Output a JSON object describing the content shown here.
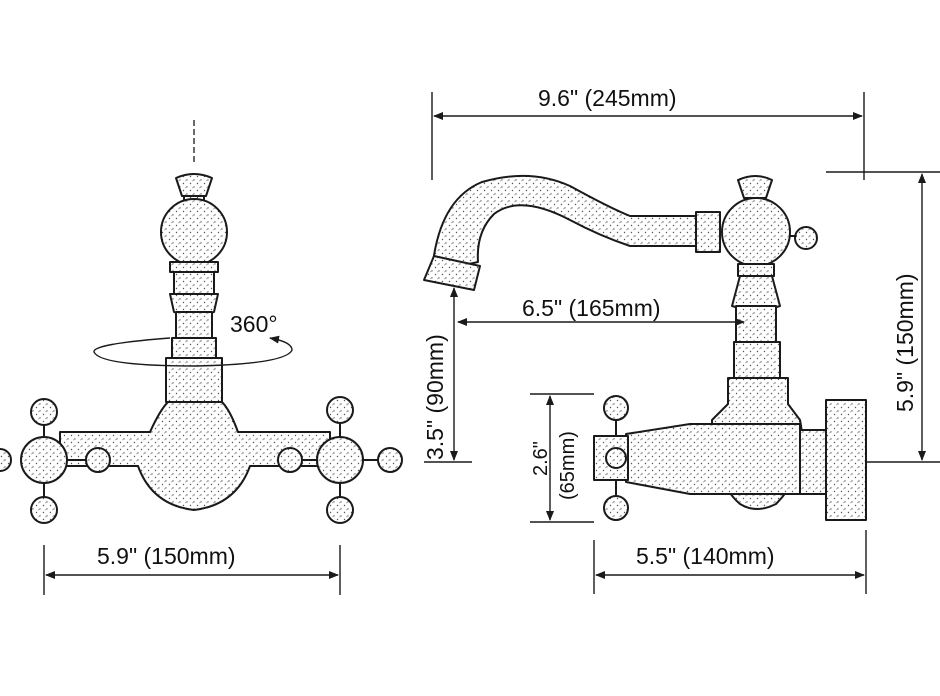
{
  "labels": {
    "rotation": "360°",
    "width_front": "5.9\" (150mm)",
    "length_top": "9.6\" (245mm)",
    "reach": "6.5\" (165mm)",
    "spout_height": "3.5\" (90mm)",
    "height_side": "5.9\" (150mm)",
    "mount_inch": "2.6\"",
    "mount_mm": "(65mm)",
    "depth_side": "5.5\" (140mm)"
  },
  "colors": {
    "ink": "#1a1a1a",
    "background": "#ffffff"
  }
}
